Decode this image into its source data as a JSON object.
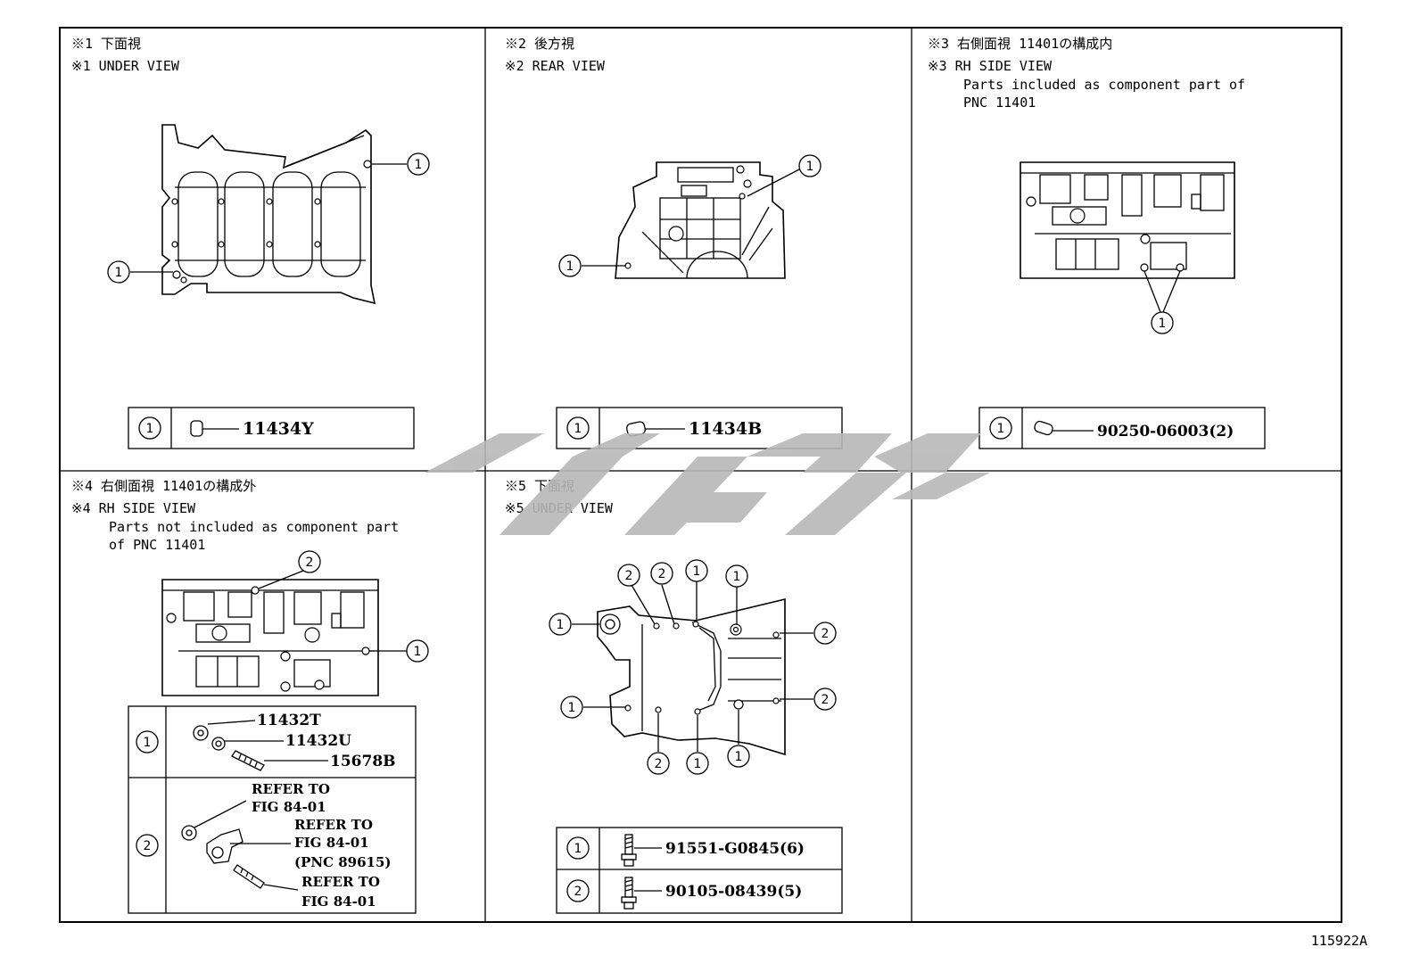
{
  "panels": [
    {
      "id": 1,
      "jp": "※1 下面視",
      "en": "※1 UNDER VIEW",
      "parts": [
        "11434Y"
      ]
    },
    {
      "id": 2,
      "jp": "※2 後方視",
      "en": "※2 REAR VIEW",
      "parts": [
        "11434B"
      ]
    },
    {
      "id": 3,
      "jp": "※3 右側面視 11401の構成内",
      "en": "※3 RH SIDE VIEW",
      "note1": "Parts included as component part of",
      "note2": "PNC 11401",
      "parts": [
        "90250-06003(2)"
      ]
    },
    {
      "id": 4,
      "jp": "※4 右側面視 11401の構成外",
      "en": "※4 RH SIDE VIEW",
      "note1": "Parts not included as component part",
      "note2": "of PNC 11401",
      "parts": [
        "11432T",
        "11432U",
        "15678B"
      ],
      "refs": [
        "REFER TO",
        "FIG 84-01",
        "REFER TO",
        "FIG 84-01",
        "(PNC 89615)",
        "REFER TO",
        "FIG 84-01"
      ]
    },
    {
      "id": 5,
      "jp": "※5 下面視",
      "en": "※5 UNDER VIEW",
      "parts": [
        "91551-G0845(6)",
        "90105-08439(5)"
      ]
    }
  ],
  "callouts": {
    "one": "1",
    "two": "2"
  },
  "figure_number": "115922A",
  "watermark_color": "#b8b8b8"
}
